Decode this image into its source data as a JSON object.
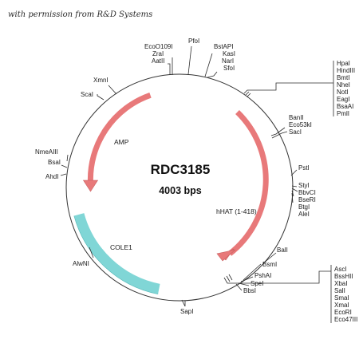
{
  "credit": "with permission from R&D Systems",
  "plasmid": {
    "name": "RDC3185",
    "size": "4003 bps"
  },
  "features": [
    {
      "name": "AMP"
    },
    {
      "name": "hHAT (1-418)"
    },
    {
      "name": "COLE1"
    }
  ],
  "sites": {
    "top_left_group": [
      "EcoO109I",
      "ZraI",
      "AatII"
    ],
    "pfoi": "PfoI",
    "top_right_group": [
      "BstAPI",
      "KasI",
      "NarI",
      "SfoI"
    ],
    "right_top_box": [
      "HpaI",
      "HindIII",
      "BmtI",
      "NheI",
      "NotI",
      "EagI",
      "BsaAI",
      "PmlI"
    ],
    "right_mid_group": [
      "BanII",
      "Eco53kI",
      "SacI"
    ],
    "psti": "PstI",
    "right_low_group": [
      "StyI",
      "BbvCI",
      "BseRI",
      "BtgI",
      "AleI"
    ],
    "bali": "BalI",
    "bottom_group": [
      "BsmI",
      "PshAI",
      "SpeI",
      "BbsI"
    ],
    "right_bottom_box": [
      "AscI",
      "BssHII",
      "XbaI",
      "SalI",
      "SmaI",
      "XmaI",
      "EcoRI",
      "Eco47III"
    ],
    "sapi": "SapI",
    "alwni": "AlwNI",
    "left_group": [
      "NmeAIII",
      "BsaI",
      "AhdI"
    ],
    "scai": "ScaI",
    "xmni": "XmnI"
  },
  "colors": {
    "resistance_arrow": "#e8797a",
    "ori_arc": "#7fd8d8",
    "backbone": "#333333"
  }
}
